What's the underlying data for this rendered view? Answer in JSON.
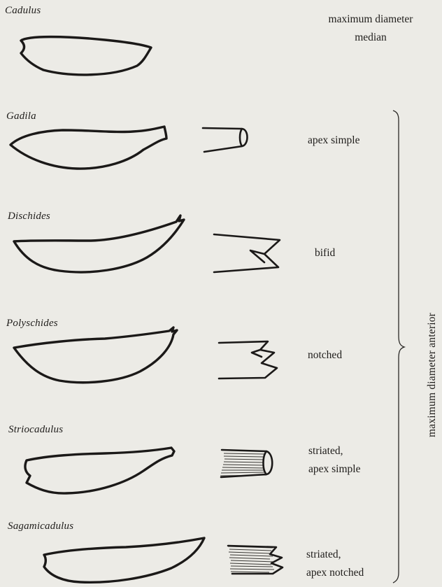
{
  "genera": [
    {
      "name": "Cadulus",
      "description": [
        "maximum diameter",
        "median"
      ],
      "apex_type": "none"
    },
    {
      "name": "Gadila",
      "description": [
        "apex simple"
      ],
      "apex_type": "simple"
    },
    {
      "name": "Dischides",
      "description": [
        "bifid"
      ],
      "apex_type": "bifid"
    },
    {
      "name": "Polyschides",
      "description": [
        "notched"
      ],
      "apex_type": "notched"
    },
    {
      "name": "Striocadulus",
      "description": [
        "striated,",
        "apex simple"
      ],
      "apex_type": "striated-simple"
    },
    {
      "name": "Sagamicadulus",
      "description": [
        "striated,",
        "apex notched"
      ],
      "apex_type": "striated-notched"
    }
  ],
  "group_label": "maximum diameter anterior",
  "colors": {
    "background": "#ecebe6",
    "ink": "#1b1918"
  }
}
